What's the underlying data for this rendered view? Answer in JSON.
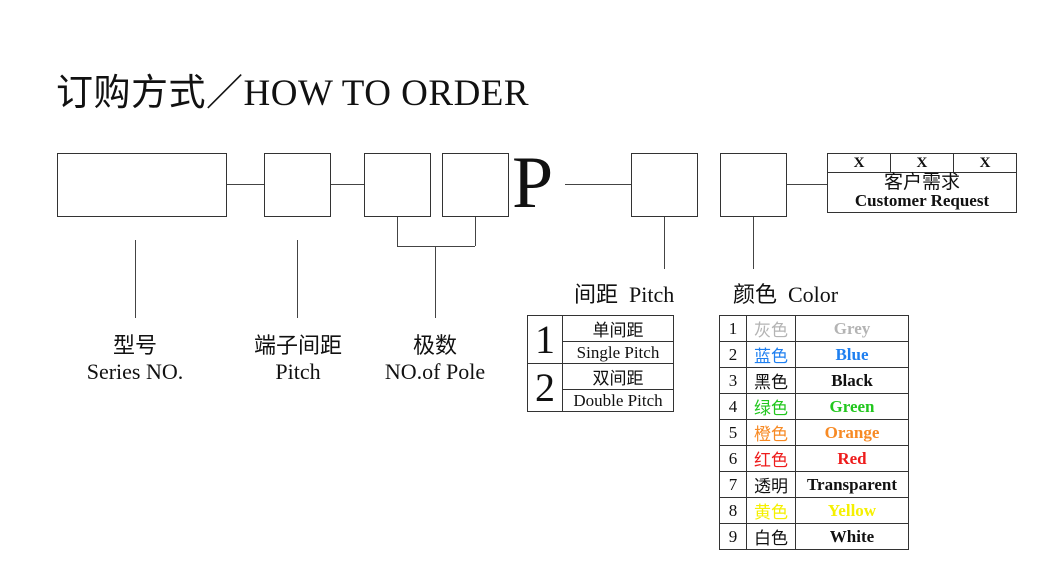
{
  "title": "订购方式／HOW TO ORDER",
  "p_letter": "P",
  "customer": {
    "x_marks": [
      "X",
      "X",
      "X"
    ],
    "cn": "客户需求",
    "en": "Customer Request"
  },
  "labels": {
    "series": {
      "cn": "型号",
      "en": "Series NO."
    },
    "pitch": {
      "cn": "端子间距",
      "en": "Pitch"
    },
    "poles": {
      "cn": "极数",
      "en": "NO.of Pole"
    }
  },
  "pitch_section": {
    "label": "间距  Pitch",
    "options": [
      {
        "num": "1",
        "cn": "单间距",
        "en": "Single Pitch"
      },
      {
        "num": "2",
        "cn": "双间距",
        "en": "Double Pitch"
      }
    ]
  },
  "color_section": {
    "label": "颜色  Color",
    "rows": [
      {
        "num": "1",
        "cn": "灰色",
        "en": "Grey",
        "color": "#b4b4b4"
      },
      {
        "num": "2",
        "cn": "蓝色",
        "en": "Blue",
        "color": "#1e7ff0"
      },
      {
        "num": "3",
        "cn": "黑色",
        "en": "Black",
        "color": "#111111"
      },
      {
        "num": "4",
        "cn": "绿色",
        "en": "Green",
        "color": "#22c71e"
      },
      {
        "num": "5",
        "cn": "橙色",
        "en": "Orange",
        "color": "#f78a24"
      },
      {
        "num": "6",
        "cn": "红色",
        "en": "Red",
        "color": "#ee1c1c"
      },
      {
        "num": "7",
        "cn": "透明",
        "en": "Transparent",
        "color": "#111111"
      },
      {
        "num": "8",
        "cn": "黄色",
        "en": "Yellow",
        "color": "#f5f000"
      },
      {
        "num": "9",
        "cn": "白色",
        "en": "White",
        "color": "#111111"
      }
    ]
  }
}
